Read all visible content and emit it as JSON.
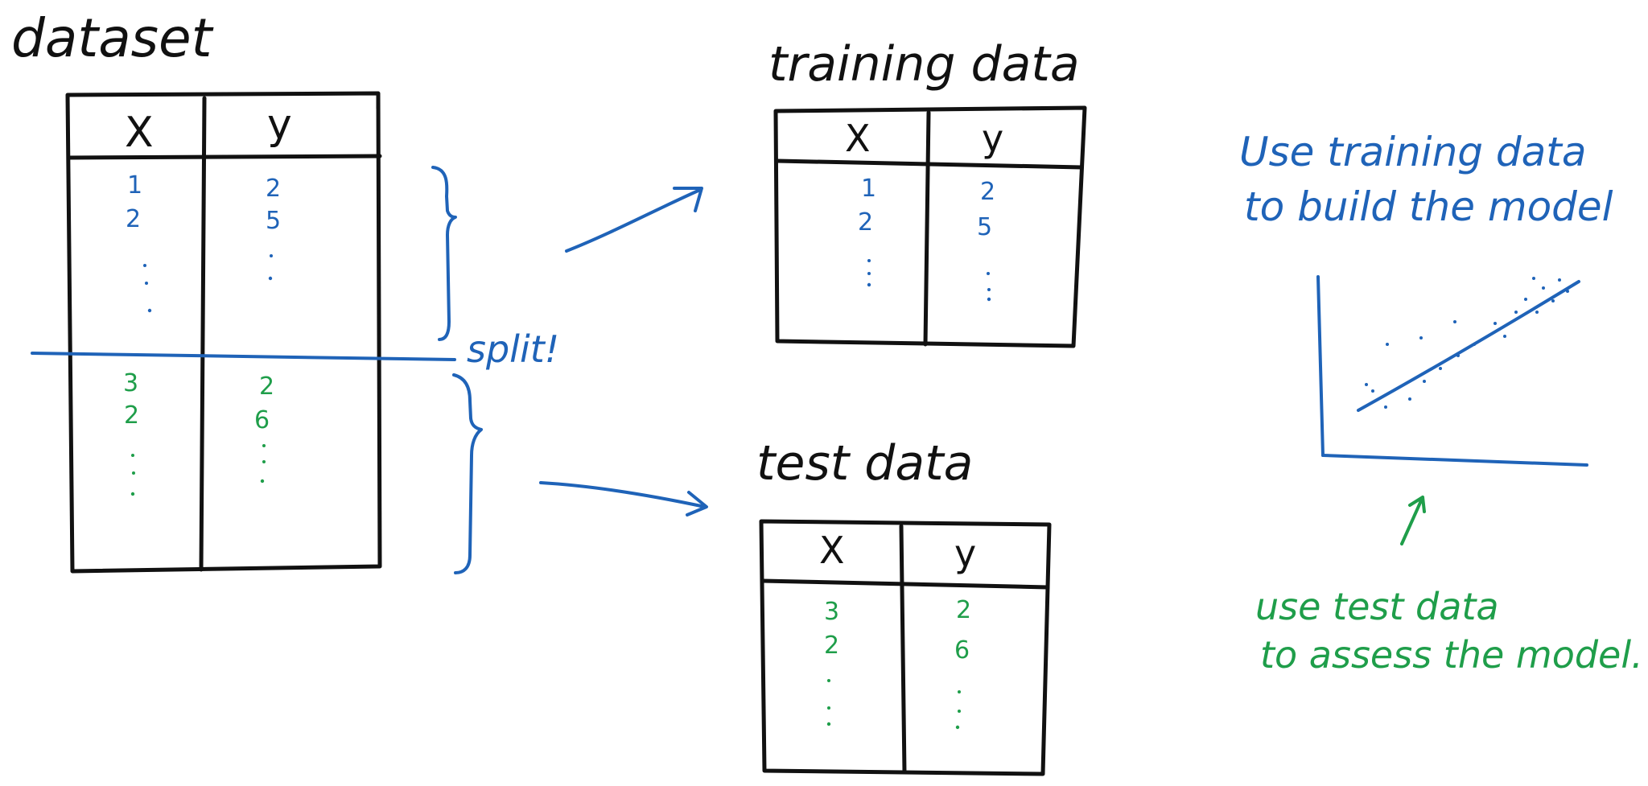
{
  "colors": {
    "black": "#111111",
    "blue": "#1f63b8",
    "green": "#1f9e4a"
  },
  "dataset": {
    "title": "dataset",
    "col_x": "X",
    "col_y": "y",
    "train_rows": [
      [
        "1",
        "2"
      ],
      [
        "2",
        "5"
      ]
    ],
    "test_rows": [
      [
        "3",
        "2"
      ],
      [
        "2",
        "6"
      ]
    ]
  },
  "split_label": "split!",
  "training": {
    "title": "training data",
    "col_x": "X",
    "col_y": "y",
    "rows": [
      [
        "1",
        "2"
      ],
      [
        "2",
        "5"
      ]
    ]
  },
  "test": {
    "title": "test data",
    "col_x": "X",
    "col_y": "y",
    "rows": [
      [
        "3",
        "2"
      ],
      [
        "2",
        "6"
      ]
    ]
  },
  "note_train": {
    "line1": "Use training data",
    "line2": "to build the model"
  },
  "note_test": {
    "line1": "use test data",
    "line2": "to assess the model."
  }
}
